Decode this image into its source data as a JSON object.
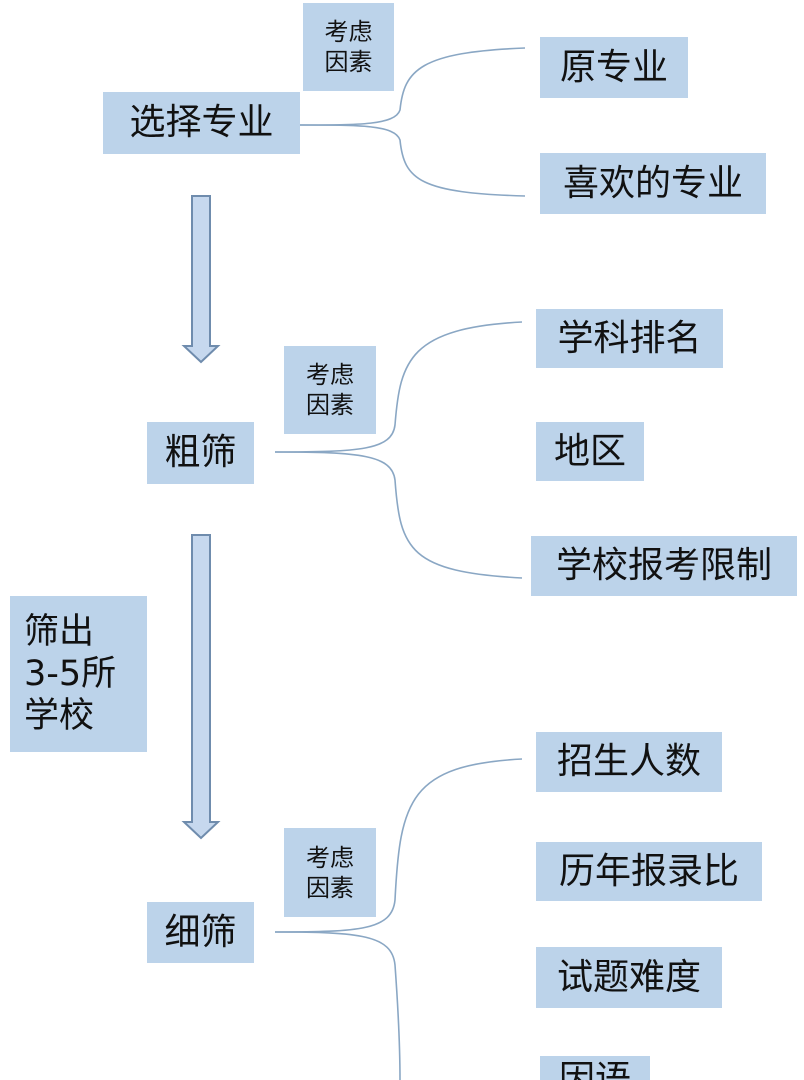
{
  "colors": {
    "box": "#bcd3ea",
    "line": "#8aa7c4",
    "arrow_fill": "#c6d8ee",
    "arrow_stroke": "#6f8cad"
  },
  "steps": [
    {
      "label": "选择专业",
      "consider": [
        "考虑",
        "因素"
      ],
      "factors": [
        "原专业",
        "喜欢的专业"
      ]
    },
    {
      "label": "粗筛",
      "consider": [
        "考虑",
        "因素"
      ],
      "factors": [
        "学科排名",
        "地区",
        "学校报考限制"
      ]
    },
    {
      "label": "细筛",
      "consider": [
        "考虑",
        "因素"
      ],
      "factors": [
        "招生人数",
        "历年报录比",
        "试题难度",
        "因语"
      ]
    }
  ],
  "side_note": [
    "筛出",
    "3-5所",
    "学校"
  ]
}
